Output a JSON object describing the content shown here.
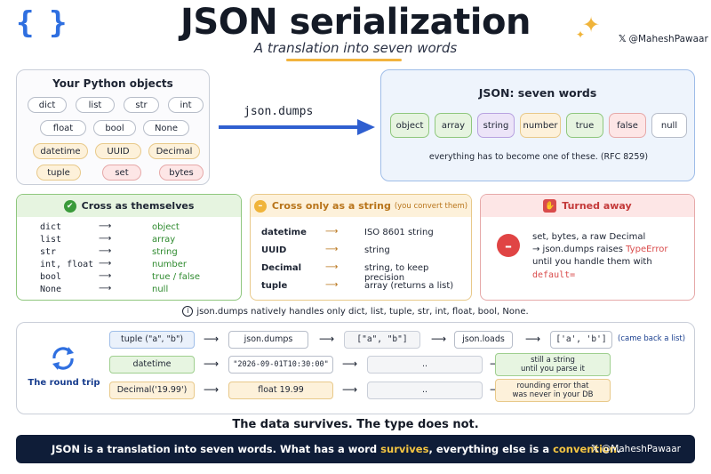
{
  "header": {
    "logo": "{ }",
    "title": "JSON serialization",
    "subtitle": "A translation into seven words",
    "handle": "@MaheshPawaar",
    "x_mark": "𝕏",
    "sparkle_big": "✦",
    "sparkle_small": "✦"
  },
  "python_panel": {
    "title": "Your Python objects",
    "pills": [
      "dict",
      "list",
      "str",
      "int",
      "float",
      "bool",
      "None",
      "datetime",
      "UUID",
      "Decimal",
      "tuple",
      "set",
      "bytes"
    ]
  },
  "arrow": {
    "label": "json.dumps"
  },
  "json_panel": {
    "title": "JSON: seven words",
    "pills": [
      "object",
      "array",
      "string",
      "number",
      "true",
      "false",
      "null"
    ],
    "note": "everything has to become one of these. (RFC 8259)",
    "colors": [
      "#e6f4e0",
      "#e6f4e0",
      "#ece4f8",
      "#fdf1da",
      "#e6f4e0",
      "#fde6e6",
      "#ffffff"
    ]
  },
  "cross_self": {
    "title": "Cross as themselves",
    "icon": "✔",
    "arrow": "⟶",
    "rows": [
      {
        "py": "dict",
        "json": "object"
      },
      {
        "py": "list",
        "json": "array"
      },
      {
        "py": "str",
        "json": "string"
      },
      {
        "py": "int, float",
        "json": "number"
      },
      {
        "py": "bool",
        "json": "true / false"
      },
      {
        "py": "None",
        "json": "null"
      }
    ]
  },
  "cross_string": {
    "title": "Cross only as a string",
    "note": "(you convert them)",
    "icon": "–",
    "arrow": "⟶",
    "rows": [
      {
        "py": "datetime",
        "json": "ISO 8601 string"
      },
      {
        "py": "UUID",
        "json": "string"
      },
      {
        "py": "Decimal",
        "json": "string, to keep precision"
      },
      {
        "py": "tuple",
        "json": "array (returns a list)"
      }
    ]
  },
  "turned_away": {
    "title": "Turned away",
    "icon": "✋",
    "stop_icon": "–",
    "line1": "set, bytes, a raw Decimal",
    "line2_prefix": "→ json.dumps raises ",
    "line2_error": "TypeError",
    "line3": "until you handle them with",
    "line4": "default="
  },
  "info_line": {
    "icon": "i",
    "text": "json.dumps natively handles only dict, list, tuple, str, int, float, bool, None."
  },
  "round_trip": {
    "title": "The round trip",
    "icon": "⟳",
    "arrow": "⟶",
    "rows": [
      {
        "cells": [
          "tuple (\"a\", \"b\")",
          "json.dumps",
          "[\"a\", \"b\"]",
          "json.loads",
          "['a', 'b']"
        ],
        "result": "(came back a list)"
      },
      {
        "cells": [
          "datetime",
          "\"2026-09-01T10:30:00\"",
          "..",
          "still a string\nuntil you parse it"
        ],
        "result": ""
      },
      {
        "cells": [
          "Decimal('19.99')",
          "float 19.99",
          "..",
          "rounding error that\nwas never in your DB"
        ],
        "result": ""
      }
    ]
  },
  "footer": {
    "quote": "The data survives. The type does not.",
    "bar_part1": "JSON is a translation into seven words. What has a word ",
    "bar_hl1": "survives",
    "bar_part2": ", everything else is a ",
    "bar_hl2": "convention",
    "bar_part3": ".",
    "handle": "@MaheshPawaar",
    "x_mark": "𝕏"
  }
}
